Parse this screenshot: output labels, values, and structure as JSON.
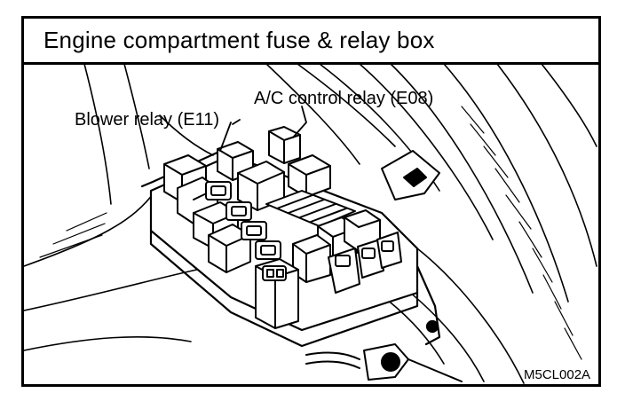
{
  "title": "Engine compartment fuse & relay box",
  "callouts": {
    "ac_control_relay": "A/C control relay (E08)",
    "blower_relay": "Blower relay (E11)"
  },
  "figure_code": "M5CL002A",
  "colors": {
    "ink": "#000000",
    "paper": "#ffffff"
  }
}
